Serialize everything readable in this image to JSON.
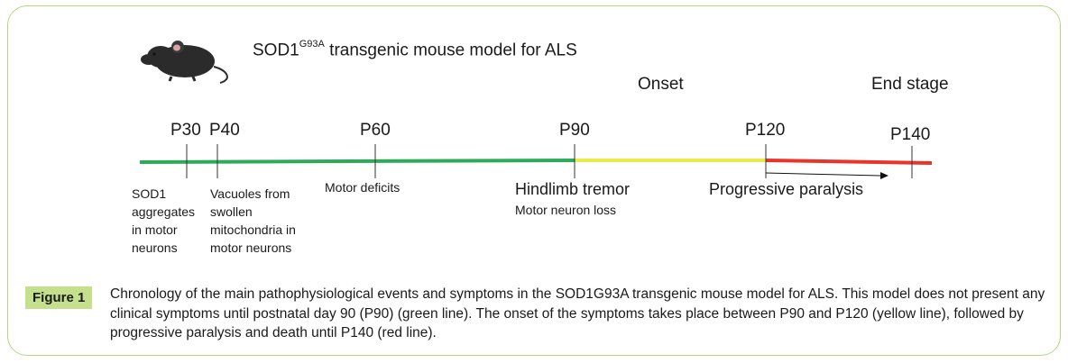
{
  "title": {
    "main": "SOD1",
    "superscript": "G93A",
    "rest": " transgenic mouse model for ALS"
  },
  "phases": {
    "onset": "Onset",
    "end_stage": "End stage"
  },
  "ticks": {
    "p30": "P30",
    "p40": "P40",
    "p60": "P60",
    "p90": "P90",
    "p120": "P120",
    "p140": "P140"
  },
  "segments": [
    {
      "from": "P30",
      "to": "P90",
      "color": "#2eab5a"
    },
    {
      "from": "P90",
      "to": "P120",
      "color": "#eaea4a"
    },
    {
      "from": "P120",
      "to": "P140",
      "color": "#e8342a"
    }
  ],
  "events": {
    "p30": "SOD1 aggregates in motor neurons",
    "p40": "Vacuoles from swollen mitochondria in motor neurons",
    "p60": "Motor deficits",
    "p90_main": "Hindlimb tremor",
    "p90_sub": "Motor neuron loss",
    "p120": "Progressive paralysis"
  },
  "figure": {
    "label": "Figure 1",
    "caption": "Chronology of the main pathophysiological events and symptoms in the SOD1G93A transgenic mouse model for ALS. This model does not present any clinical symptoms until postnatal day 90 (P90) (green line). The onset of the symptoms takes place between P90 and P120 (yellow line), followed by progressive paralysis and death until P140 (red line)."
  },
  "colors": {
    "green": "#2eab5a",
    "yellow": "#eaea4a",
    "red": "#e8342a",
    "frame": "#b6d77a",
    "label_bg": "#c5e08c"
  }
}
